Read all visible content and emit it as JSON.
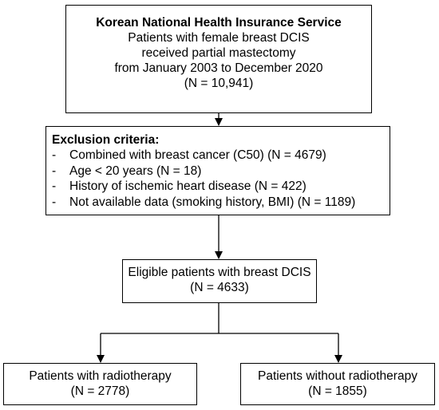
{
  "source": {
    "title": "Korean National Health Insurance Service",
    "lines": [
      "Patients with female breast DCIS",
      "received partial mastectomy",
      "from January 2003 to December 2020",
      "(N = 10,941)"
    ]
  },
  "exclusion": {
    "title": "Exclusion criteria:",
    "bullet": "-",
    "items": [
      "Combined with breast cancer (C50) (N = 4679)",
      "Age < 20 years (N = 18)",
      "History of ischemic heart disease (N = 422)",
      "Not available data (smoking history, BMI) (N = 1189)"
    ]
  },
  "eligible": {
    "label": "Eligible patients with breast DCIS",
    "count": "(N = 4633)"
  },
  "with_rt": {
    "label": "Patients with radiotherapy",
    "count": "(N = 2778)"
  },
  "without_rt": {
    "label": "Patients without radiotherapy",
    "count": "(N = 1855)"
  }
}
